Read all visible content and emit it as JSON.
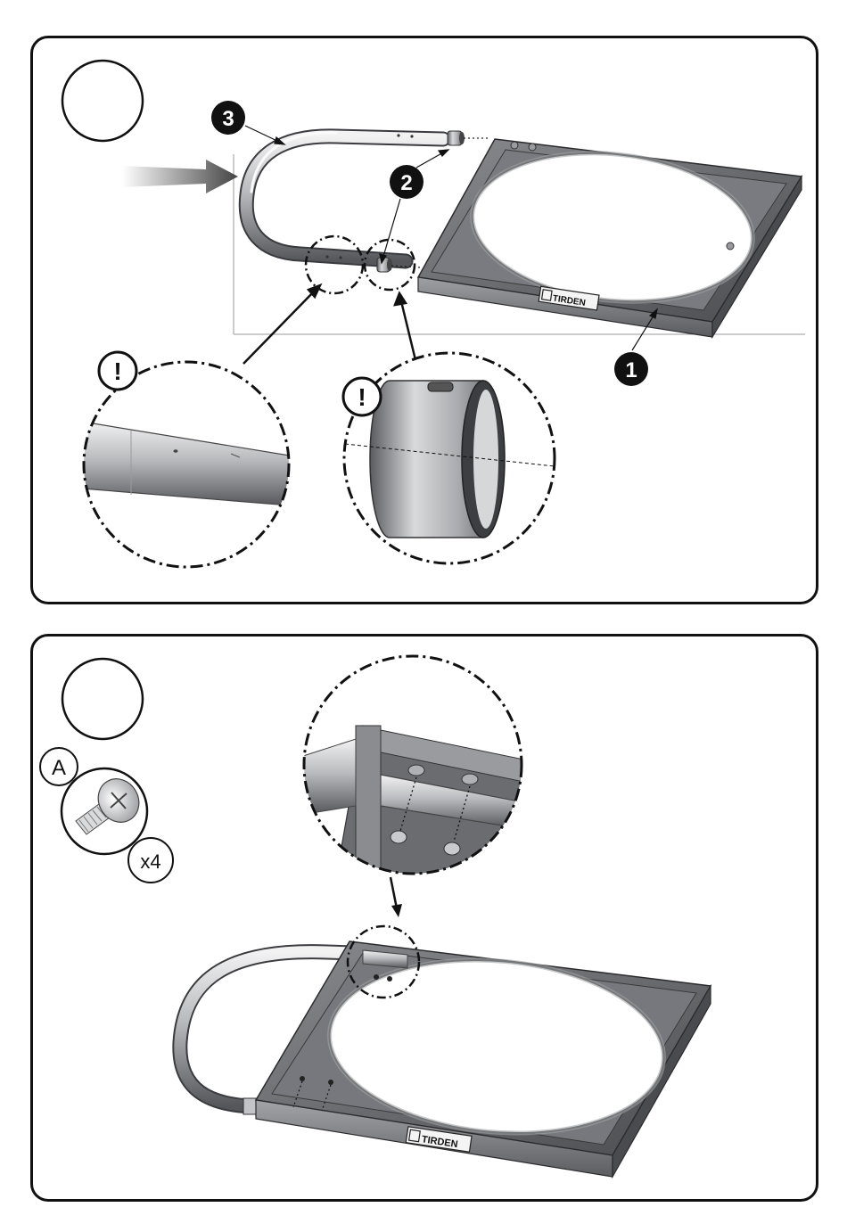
{
  "step1": {
    "callouts": {
      "frame": "1",
      "bushing": "2",
      "handle": "3"
    },
    "attention_marks": [
      "!",
      "!"
    ],
    "logo_text": "TIRDEN"
  },
  "step2": {
    "part": {
      "label": "A",
      "quantity": "x4"
    },
    "logo_text": "TIRDEN"
  },
  "colors": {
    "outline": "#111111",
    "metal_dark": "#5e5f63",
    "metal_light": "#c9cacd",
    "arrow_gray": "#555555"
  }
}
